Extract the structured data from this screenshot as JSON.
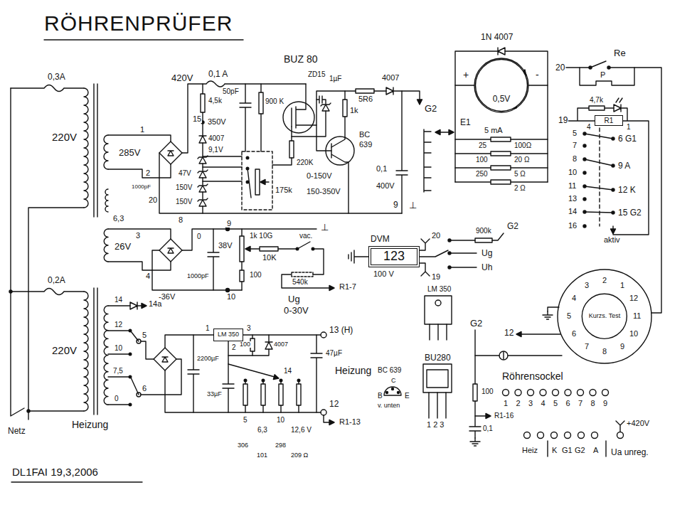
{
  "diagram": {
    "title": "RÖHRENPRÜFER",
    "nodes": [
      {
        "text": [
          "0,5V"
        ]
      },
      {
        "text": [
          "R1"
        ]
      },
      {
        "text": [
          "123"
        ]
      },
      {
        "text": [
          "Kurzs. Test"
        ]
      },
      {
        "text": [
          "LM 350"
        ]
      }
    ],
    "labels": [
      "0,3A",
      "220V",
      "285V",
      "1",
      "2",
      "6,3",
      "1000pF",
      "20",
      "26V",
      "3",
      "4",
      "420V",
      "0,1 A",
      "4,5k",
      "15",
      "350V",
      "4007",
      "9,1V",
      "47V",
      "150V",
      "150V",
      "8",
      "50pF",
      "900 K",
      "BUZ 80",
      "ZD15",
      "1µF",
      "5R6",
      "4007",
      "1k",
      "BC",
      "639",
      "220K",
      "0-150V",
      "175k",
      "150-350V",
      "0,1",
      "400V",
      "9",
      "⊥",
      "G2",
      "1N 4007",
      "+",
      "-",
      "E1",
      "5 mA",
      "25",
      "100Ω",
      "100",
      "20 Ω",
      "250",
      "5 Ω",
      "2 Ω",
      "Re",
      "20",
      "P",
      "4,7k",
      "19",
      "4",
      "1",
      "5",
      "6 G1",
      "7",
      "8",
      "9 A",
      "10",
      "11",
      "12 K",
      "13",
      "14",
      "15 G2",
      "16",
      "aktiv",
      "9",
      "0",
      "38V",
      "1k 10G",
      "vac.",
      "10K",
      "100",
      "540k",
      "Ug",
      "0-30V",
      "R1-7",
      "-36V",
      "10",
      "1000pF",
      "⊥",
      "DVM",
      "20",
      "100 V",
      "19",
      "900k",
      "G2",
      "Ug",
      "Uh",
      "LM 350",
      "BU280",
      "1 2 3",
      "BC 639",
      "C",
      "B",
      "E",
      "v. unten",
      "0,2A",
      "220V",
      "14",
      "14a",
      "12",
      "10",
      "7,5",
      "5",
      "6",
      "0",
      "Heizung",
      "Netz",
      "1",
      "2",
      "3",
      "100",
      "4007",
      "13 (H)",
      "47µF",
      "Heizung",
      "2200µF",
      "33µF",
      "5",
      "6,3",
      "10",
      "12,6 V",
      "14",
      "306",
      "101",
      "298",
      "209 Ω",
      "12",
      "R1-13",
      "G2",
      "12",
      "100",
      "R1-16",
      "0,1",
      "Röhrensockel",
      "1",
      "2",
      "3",
      "4",
      "5",
      "6",
      "7",
      "8",
      "9",
      "Heiz",
      "K",
      "G1",
      "G2",
      "A",
      "Ua unreg.",
      "+420V",
      "1",
      "2",
      "3",
      "4",
      "5",
      "6",
      "7",
      "8",
      "9",
      "10",
      "11",
      "12",
      "DL1FAI 19,3,2006"
    ]
  }
}
